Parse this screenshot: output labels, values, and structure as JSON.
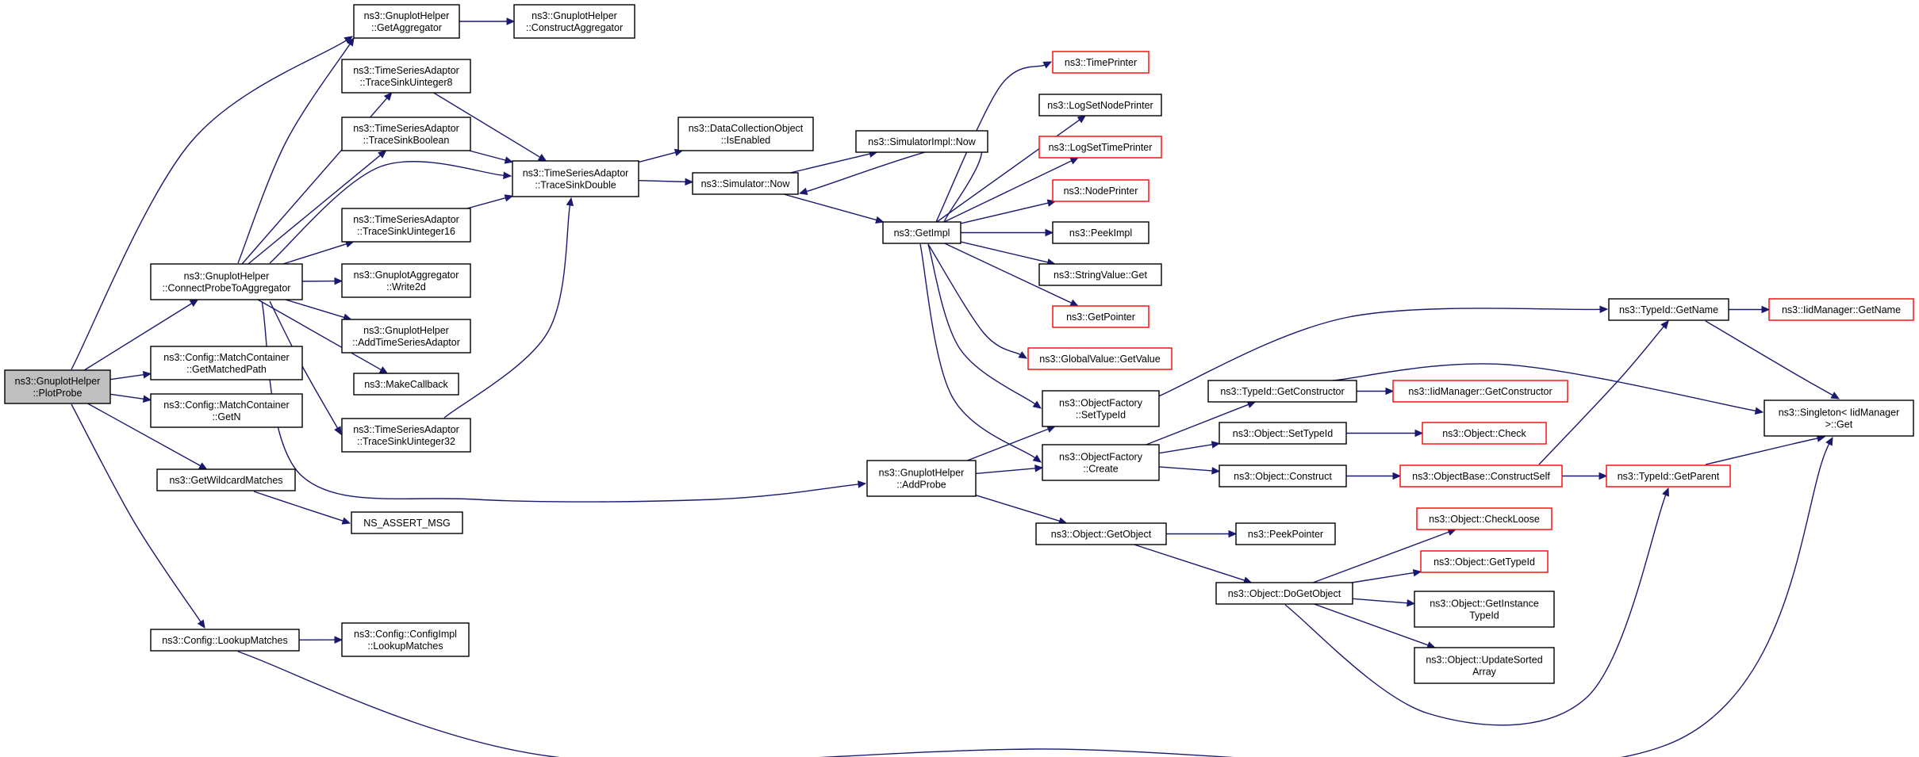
{
  "nodes": [
    {
      "id": "plotprobe",
      "lines": [
        "ns3::GnuplotHelper",
        "::PlotProbe"
      ],
      "style": "root"
    },
    {
      "id": "getaggregator",
      "lines": [
        "ns3::GnuplotHelper",
        "::GetAggregator"
      ],
      "style": "black"
    },
    {
      "id": "constructaggregator",
      "lines": [
        "ns3::GnuplotHelper",
        "::ConstructAggregator"
      ],
      "style": "black"
    },
    {
      "id": "tsuint8",
      "lines": [
        "ns3::TimeSeriesAdaptor",
        "::TraceSinkUinteger8"
      ],
      "style": "black"
    },
    {
      "id": "tsbool",
      "lines": [
        "ns3::TimeSeriesAdaptor",
        "::TraceSinkBoolean"
      ],
      "style": "black"
    },
    {
      "id": "tsuint16",
      "lines": [
        "ns3::TimeSeriesAdaptor",
        "::TraceSinkUinteger16"
      ],
      "style": "black"
    },
    {
      "id": "write2d",
      "lines": [
        "ns3::GnuplotAggregator",
        "::Write2d"
      ],
      "style": "black"
    },
    {
      "id": "addtsa",
      "lines": [
        "ns3::GnuplotHelper",
        "::AddTimeSeriesAdaptor"
      ],
      "style": "black"
    },
    {
      "id": "makecallback",
      "lines": [
        "ns3::MakeCallback"
      ],
      "style": "black"
    },
    {
      "id": "tsuint32",
      "lines": [
        "ns3::TimeSeriesAdaptor",
        "::TraceSinkUinteger32"
      ],
      "style": "black"
    },
    {
      "id": "tsdouble",
      "lines": [
        "ns3::TimeSeriesAdaptor",
        "::TraceSinkDouble"
      ],
      "style": "black"
    },
    {
      "id": "isenabled",
      "lines": [
        "ns3::DataCollectionObject",
        "::IsEnabled"
      ],
      "style": "black"
    },
    {
      "id": "simnow",
      "lines": [
        "ns3::Simulator::Now"
      ],
      "style": "black"
    },
    {
      "id": "simimplnow",
      "lines": [
        "ns3::SimulatorImpl::Now"
      ],
      "style": "black"
    },
    {
      "id": "getimpl",
      "lines": [
        "ns3::GetImpl"
      ],
      "style": "black"
    },
    {
      "id": "connectprobe",
      "lines": [
        "ns3::GnuplotHelper",
        "::ConnectProbeToAggregator"
      ],
      "style": "black"
    },
    {
      "id": "getmatchedpath",
      "lines": [
        "ns3::Config::MatchContainer",
        "::GetMatchedPath"
      ],
      "style": "black"
    },
    {
      "id": "getn",
      "lines": [
        "ns3::Config::MatchContainer",
        "::GetN"
      ],
      "style": "black"
    },
    {
      "id": "getwildcard",
      "lines": [
        "ns3::GetWildcardMatches"
      ],
      "style": "black"
    },
    {
      "id": "nsassert",
      "lines": [
        "NS_ASSERT_MSG"
      ],
      "style": "black"
    },
    {
      "id": "lookupmatches",
      "lines": [
        "ns3::Config::LookupMatches"
      ],
      "style": "black"
    },
    {
      "id": "configimpllookup",
      "lines": [
        "ns3::Config::ConfigImpl",
        "::LookupMatches"
      ],
      "style": "black"
    },
    {
      "id": "addprobe",
      "lines": [
        "ns3::GnuplotHelper",
        "::AddProbe"
      ],
      "style": "black"
    },
    {
      "id": "timeprinter",
      "lines": [
        "ns3::TimePrinter"
      ],
      "style": "red"
    },
    {
      "id": "logsetnodeprinter",
      "lines": [
        "ns3::LogSetNodePrinter"
      ],
      "style": "black"
    },
    {
      "id": "logsettimeprinter",
      "lines": [
        "ns3::LogSetTimePrinter"
      ],
      "style": "red"
    },
    {
      "id": "nodeprinter",
      "lines": [
        "ns3::NodePrinter"
      ],
      "style": "red"
    },
    {
      "id": "peekimpl",
      "lines": [
        "ns3::PeekImpl"
      ],
      "style": "black"
    },
    {
      "id": "stringvalueget",
      "lines": [
        "ns3::StringValue::Get"
      ],
      "style": "black"
    },
    {
      "id": "getpointer",
      "lines": [
        "ns3::GetPointer"
      ],
      "style": "red"
    },
    {
      "id": "globalvalueget",
      "lines": [
        "ns3::GlobalValue::GetValue"
      ],
      "style": "red"
    },
    {
      "id": "ofsettypeid",
      "lines": [
        "ns3::ObjectFactory",
        "::SetTypeId"
      ],
      "style": "black"
    },
    {
      "id": "ofcreate",
      "lines": [
        "ns3::ObjectFactory",
        "::Create"
      ],
      "style": "black"
    },
    {
      "id": "objgetobject",
      "lines": [
        "ns3::Object::GetObject"
      ],
      "style": "black"
    },
    {
      "id": "peekpointer",
      "lines": [
        "ns3::PeekPointer"
      ],
      "style": "black"
    },
    {
      "id": "dogetobject",
      "lines": [
        "ns3::Object::DoGetObject"
      ],
      "style": "black"
    },
    {
      "id": "checkloose",
      "lines": [
        "ns3::Object::CheckLoose"
      ],
      "style": "red"
    },
    {
      "id": "objgettypeid",
      "lines": [
        "ns3::Object::GetTypeId"
      ],
      "style": "red"
    },
    {
      "id": "getinstancetypeid",
      "lines": [
        "ns3::Object::GetInstance",
        "TypeId"
      ],
      "style": "black"
    },
    {
      "id": "updatesorted",
      "lines": [
        "ns3::Object::UpdateSorted",
        "Array"
      ],
      "style": "black"
    },
    {
      "id": "typeidgetconstructor",
      "lines": [
        "ns3::TypeId::GetConstructor"
      ],
      "style": "black"
    },
    {
      "id": "iidgetconstructor",
      "lines": [
        "ns3::IidManager::GetConstructor"
      ],
      "style": "red"
    },
    {
      "id": "objsettypeid",
      "lines": [
        "ns3::Object::SetTypeId"
      ],
      "style": "black"
    },
    {
      "id": "objcheck",
      "lines": [
        "ns3::Object::Check"
      ],
      "style": "red"
    },
    {
      "id": "objconstruct",
      "lines": [
        "ns3::Object::Construct"
      ],
      "style": "black"
    },
    {
      "id": "constructself",
      "lines": [
        "ns3::ObjectBase::ConstructSelf"
      ],
      "style": "red"
    },
    {
      "id": "typeidgetparent",
      "lines": [
        "ns3::TypeId::GetParent"
      ],
      "style": "red"
    },
    {
      "id": "typeidgetname",
      "lines": [
        "ns3::TypeId::GetName"
      ],
      "style": "black"
    },
    {
      "id": "iidgetname",
      "lines": [
        "ns3::IidManager::GetName"
      ],
      "style": "red"
    },
    {
      "id": "singletonget",
      "lines": [
        "ns3::Singleton< IidManager",
        " >::Get"
      ],
      "style": "black"
    }
  ],
  "edges": [
    [
      "plotprobe",
      "getaggregator"
    ],
    [
      "plotprobe",
      "connectprobe"
    ],
    [
      "plotprobe",
      "getmatchedpath"
    ],
    [
      "plotprobe",
      "getn"
    ],
    [
      "plotprobe",
      "getwildcard"
    ],
    [
      "plotprobe",
      "lookupmatches"
    ],
    [
      "getaggregator",
      "constructaggregator"
    ],
    [
      "connectprobe",
      "getaggregator"
    ],
    [
      "connectprobe",
      "tsuint8"
    ],
    [
      "connectprobe",
      "tsbool"
    ],
    [
      "connectprobe",
      "tsdouble"
    ],
    [
      "connectprobe",
      "tsuint16"
    ],
    [
      "connectprobe",
      "write2d"
    ],
    [
      "connectprobe",
      "addtsa"
    ],
    [
      "connectprobe",
      "makecallback"
    ],
    [
      "connectprobe",
      "tsuint32"
    ],
    [
      "connectprobe",
      "addprobe"
    ],
    [
      "tsuint8",
      "tsdouble"
    ],
    [
      "tsbool",
      "tsdouble"
    ],
    [
      "tsuint16",
      "tsdouble"
    ],
    [
      "tsuint32",
      "tsdouble"
    ],
    [
      "tsdouble",
      "isenabled"
    ],
    [
      "tsdouble",
      "simnow"
    ],
    [
      "simnow",
      "simimplnow"
    ],
    [
      "simnow",
      "getimpl"
    ],
    [
      "getimpl",
      "simnow"
    ],
    [
      "getimpl",
      "timeprinter"
    ],
    [
      "getimpl",
      "logsetnodeprinter"
    ],
    [
      "getimpl",
      "logsettimeprinter"
    ],
    [
      "getimpl",
      "nodeprinter"
    ],
    [
      "getimpl",
      "peekimpl"
    ],
    [
      "getimpl",
      "stringvalueget"
    ],
    [
      "getimpl",
      "getpointer"
    ],
    [
      "getimpl",
      "globalvalueget"
    ],
    [
      "getimpl",
      "ofsettypeid"
    ],
    [
      "getimpl",
      "ofcreate"
    ],
    [
      "getwildcard",
      "nsassert"
    ],
    [
      "lookupmatches",
      "configimpllookup"
    ],
    [
      "lookupmatches",
      "singletonget"
    ],
    [
      "addprobe",
      "ofsettypeid"
    ],
    [
      "addprobe",
      "ofcreate"
    ],
    [
      "addprobe",
      "objgetobject"
    ],
    [
      "ofsettypeid",
      "typeidgetname"
    ],
    [
      "ofcreate",
      "typeidgetconstructor"
    ],
    [
      "ofcreate",
      "objsettypeid"
    ],
    [
      "ofcreate",
      "objconstruct"
    ],
    [
      "objgetobject",
      "peekpointer"
    ],
    [
      "objgetobject",
      "dogetobject"
    ],
    [
      "dogetobject",
      "checkloose"
    ],
    [
      "dogetobject",
      "objgettypeid"
    ],
    [
      "dogetobject",
      "getinstancetypeid"
    ],
    [
      "dogetobject",
      "updatesorted"
    ],
    [
      "dogetobject",
      "typeidgetparent"
    ],
    [
      "typeidgetconstructor",
      "iidgetconstructor"
    ],
    [
      "typeidgetconstructor",
      "singletonget"
    ],
    [
      "objsettypeid",
      "objcheck"
    ],
    [
      "objconstruct",
      "constructself"
    ],
    [
      "constructself",
      "typeidgetparent"
    ],
    [
      "constructself",
      "typeidgetname"
    ],
    [
      "typeidgetparent",
      "singletonget"
    ],
    [
      "typeidgetname",
      "iidgetname"
    ],
    [
      "typeidgetname",
      "singletonget"
    ]
  ]
}
